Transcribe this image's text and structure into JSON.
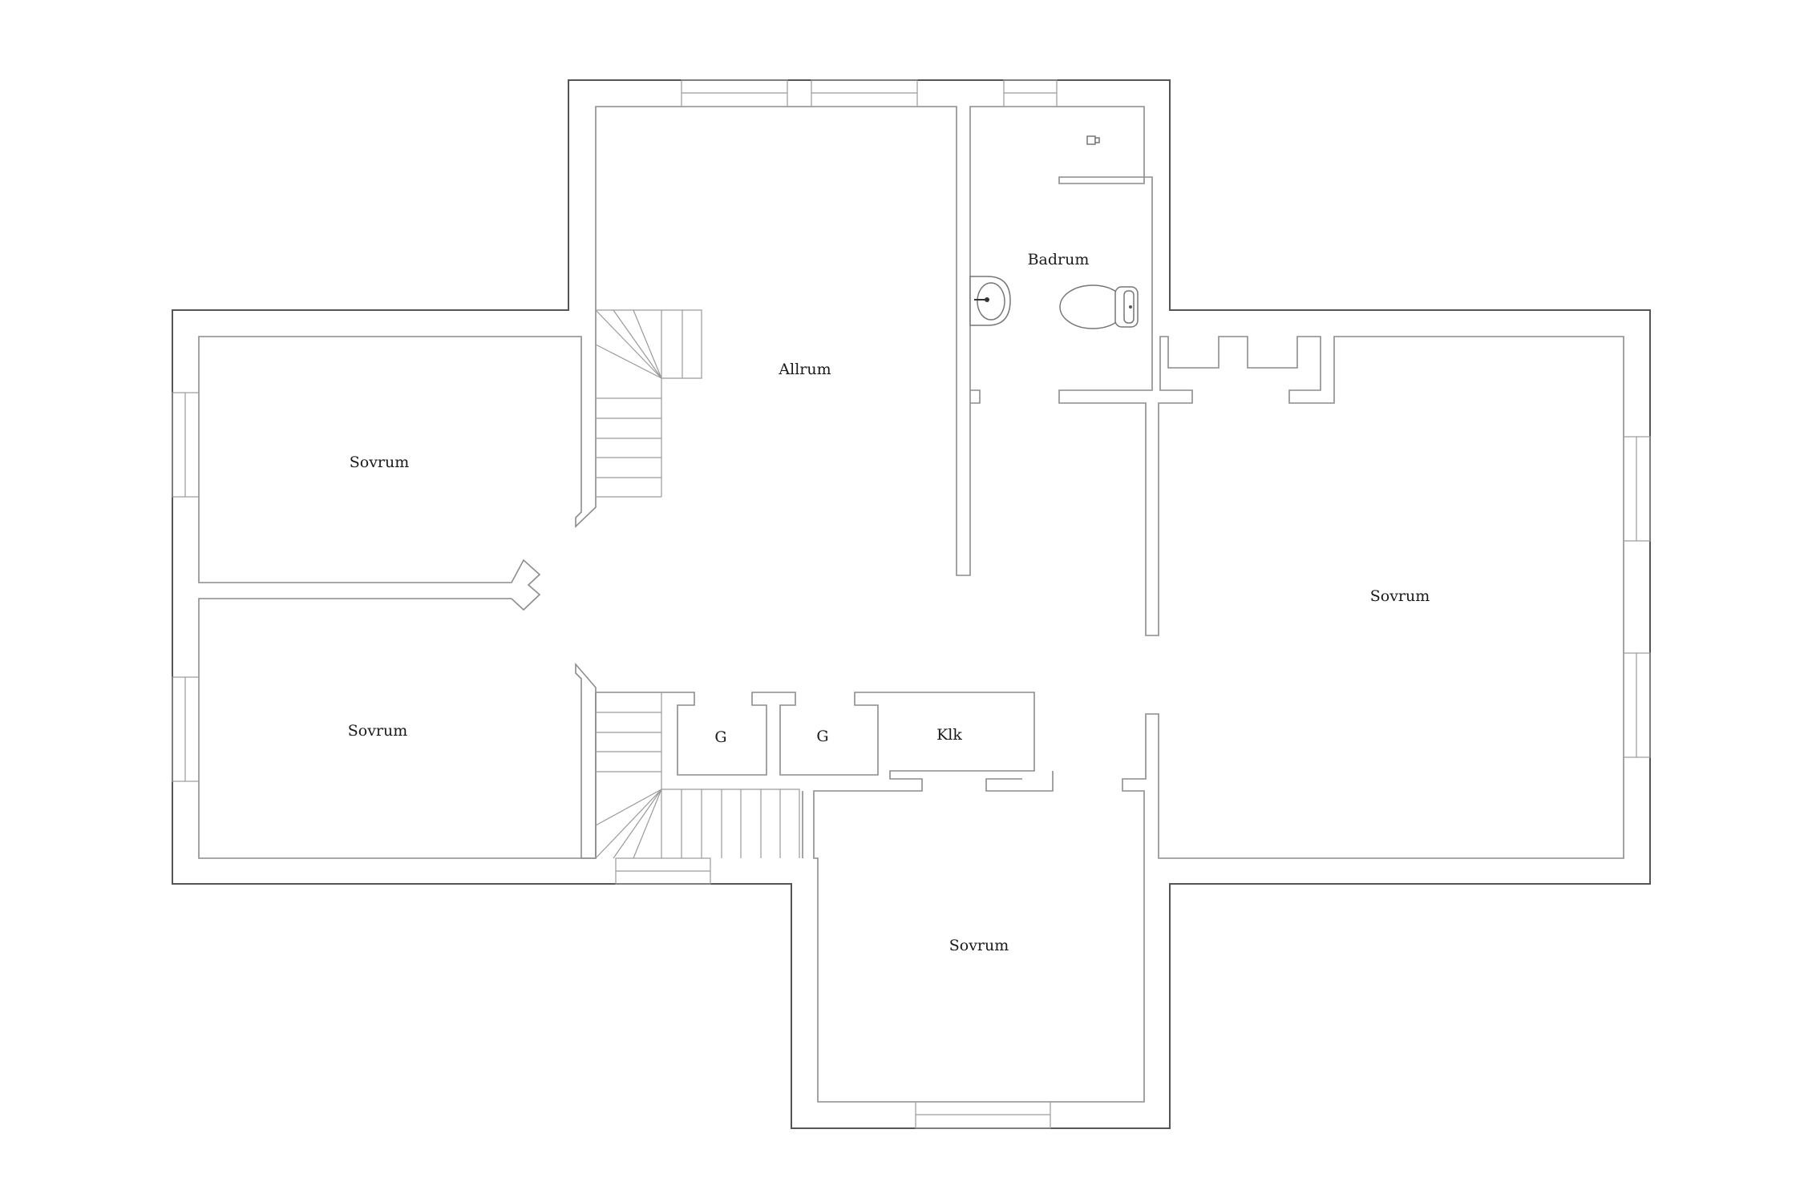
{
  "rooms": {
    "allrum": "Allrum",
    "badrum": "Badrum",
    "sovrum_upper_left": "Sovrum",
    "sovrum_lower_left": "Sovrum",
    "sovrum_right": "Sovrum",
    "sovrum_bottom": "Sovrum",
    "garderob_1": "G",
    "garderob_2": "G",
    "klk": "Klk"
  },
  "icons": {
    "stairs": "stairs-icon",
    "sink": "sink-icon",
    "toilet": "toilet-icon",
    "faucet": "faucet-icon",
    "window": "window-icon"
  }
}
